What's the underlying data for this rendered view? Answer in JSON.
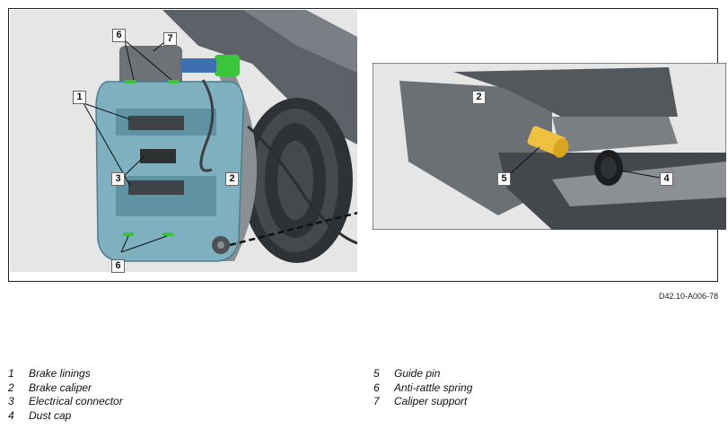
{
  "callouts": {
    "main": [
      "6",
      "7",
      "1",
      "3",
      "2",
      "6"
    ],
    "inset": [
      "2",
      "5",
      "4"
    ]
  },
  "figure_id": "D42.10-A006-78",
  "legend": {
    "left": [
      {
        "num": "1",
        "label": "Brake linings"
      },
      {
        "num": "2",
        "label": "Brake caliper"
      },
      {
        "num": "3",
        "label": "Electrical connector"
      },
      {
        "num": "4",
        "label": "Dust cap"
      }
    ],
    "right": [
      {
        "num": "5",
        "label": "Guide pin"
      },
      {
        "num": "6",
        "label": "Anti-rattle spring"
      },
      {
        "num": "7",
        "label": "Caliper support"
      }
    ]
  },
  "colors": {
    "caliper": "#7fb0bf",
    "connector": "#3cc43c",
    "guide_pin": "#f0c040",
    "background": "#e6e6e6"
  }
}
